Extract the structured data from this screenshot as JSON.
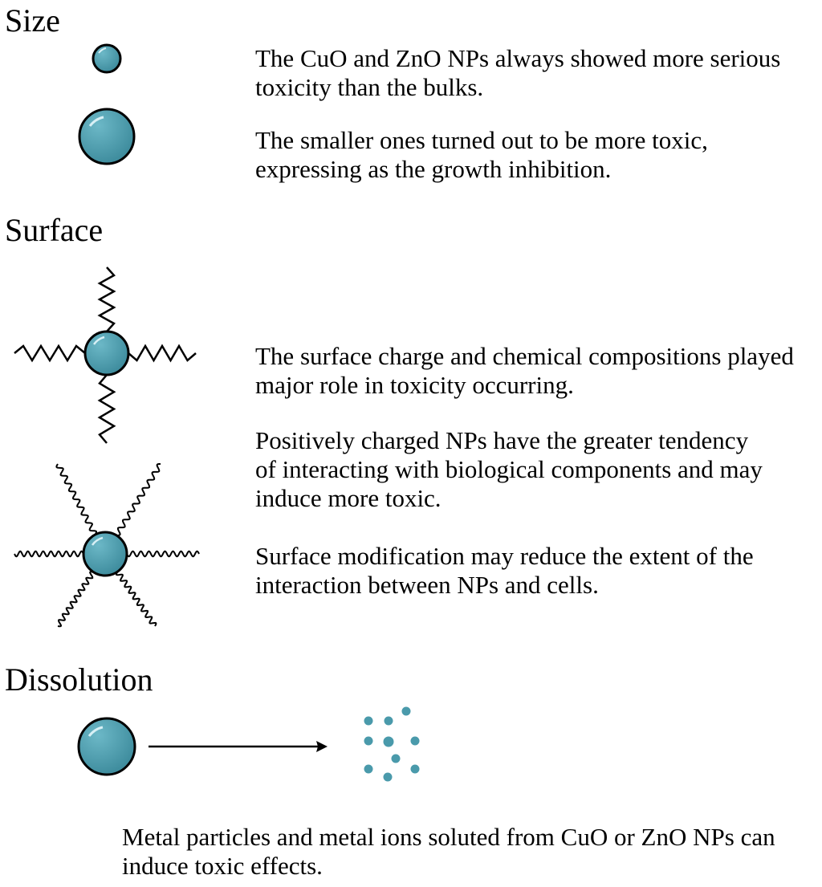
{
  "sections": {
    "size": {
      "heading": "Size",
      "texts": [
        "The CuO and ZnO NPs always showed more serious toxicity than the bulks.",
        "The smaller ones turned out to be more toxic, expressing as the growth inhibition."
      ]
    },
    "surface": {
      "heading": "Surface",
      "texts": [
        "The surface charge and chemical compositions played major role in toxicity occurring.",
        "Positively charged NPs have the greater tendency of interacting with biological components and may induce more toxic.",
        "Surface modification may reduce the extent of the interaction between NPs and cells."
      ]
    },
    "dissolution": {
      "heading": "Dissolution",
      "texts": [
        "Metal particles and metal ions soluted from CuO or ZnO NPs can induce toxic effects."
      ]
    }
  },
  "colors": {
    "particle_fill": "#4a9aab",
    "particle_stroke": "#000000",
    "ion_fill": "#4a9aab"
  }
}
